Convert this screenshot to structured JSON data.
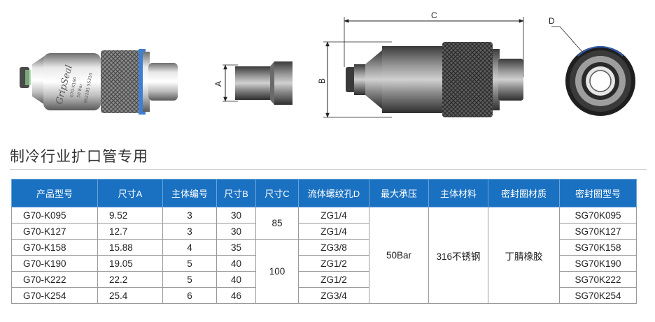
{
  "figures": {
    "product_brand": "GripSeal",
    "product_engraving": [
      "G70-K190",
      "50 Bar",
      "902285 SS316"
    ],
    "dim_labels": {
      "a": "A",
      "b": "B",
      "c": "C",
      "d": "D"
    }
  },
  "section_title": "制冷行业扩口管专用",
  "table": {
    "headers": [
      "产品型号",
      "尺寸A",
      "主体编号",
      "尺寸B",
      "尺寸C",
      "流体螺纹孔D",
      "最大承压",
      "主体材料",
      "密封圈材质",
      "密封圈型号"
    ],
    "rows": [
      {
        "model": "G70-K095",
        "a": "9.52",
        "body": "3",
        "b": "30",
        "d": "ZG1/4",
        "seal_model": "SG70K095"
      },
      {
        "model": "G70-K127",
        "a": "12.7",
        "body": "3",
        "b": "30",
        "d": "ZG1/4",
        "seal_model": "SG70K127"
      },
      {
        "model": "G70-K158",
        "a": "15.88",
        "body": "4",
        "b": "35",
        "d": "ZG3/8",
        "seal_model": "SG70K158"
      },
      {
        "model": "G70-K190",
        "a": "19.05",
        "body": "5",
        "b": "40",
        "d": "ZG1/2",
        "seal_model": "SG70K190"
      },
      {
        "model": "G70-K222",
        "a": "22.2",
        "body": "5",
        "b": "40",
        "d": "ZG1/2",
        "seal_model": "SG70K222"
      },
      {
        "model": "G70-K254",
        "a": "25.4",
        "body": "6",
        "b": "46",
        "d": "ZG3/4",
        "seal_model": "SG70K254"
      }
    ],
    "c_groups": [
      "85",
      "100"
    ],
    "max_pressure": "50Bar",
    "body_material": "316不锈钢",
    "seal_material": "丁腈橡胶"
  }
}
